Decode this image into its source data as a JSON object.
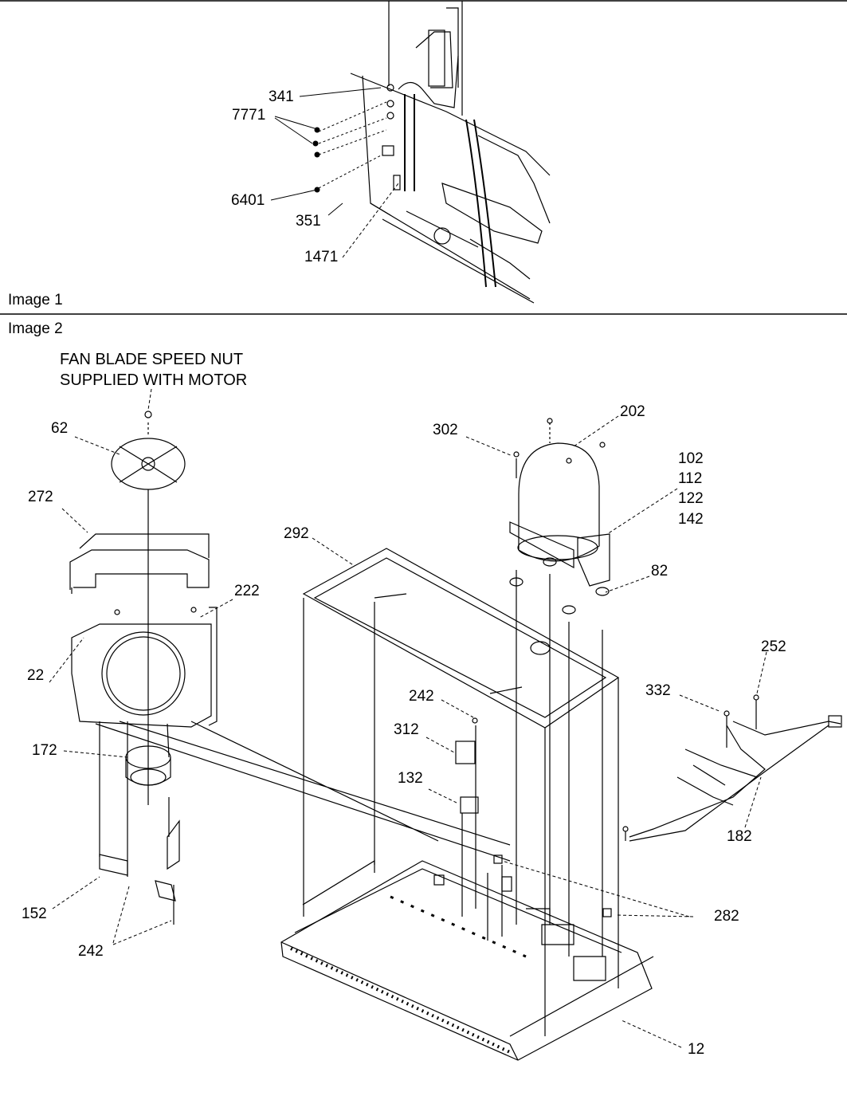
{
  "image1": {
    "caption": "Image 1",
    "labels": [
      "341",
      "7771",
      "6401",
      "351",
      "1471"
    ]
  },
  "image2": {
    "caption": "Image 2",
    "note_line1": "FAN BLADE SPEED NUT",
    "note_line2": "SUPPLIED WITH MOTOR",
    "labels": {
      "l62": "62",
      "l272": "272",
      "l222": "222",
      "l22": "22",
      "l172": "172",
      "l152": "152",
      "l242a": "242",
      "l302": "302",
      "l202": "202",
      "l102": "102",
      "l112": "112",
      "l122": "122",
      "l142": "142",
      "l292": "292",
      "l82": "82",
      "l242b": "242",
      "l312": "312",
      "l132": "132",
      "l332": "332",
      "l252": "252",
      "l182": "182",
      "l282": "282",
      "l12": "12"
    }
  }
}
